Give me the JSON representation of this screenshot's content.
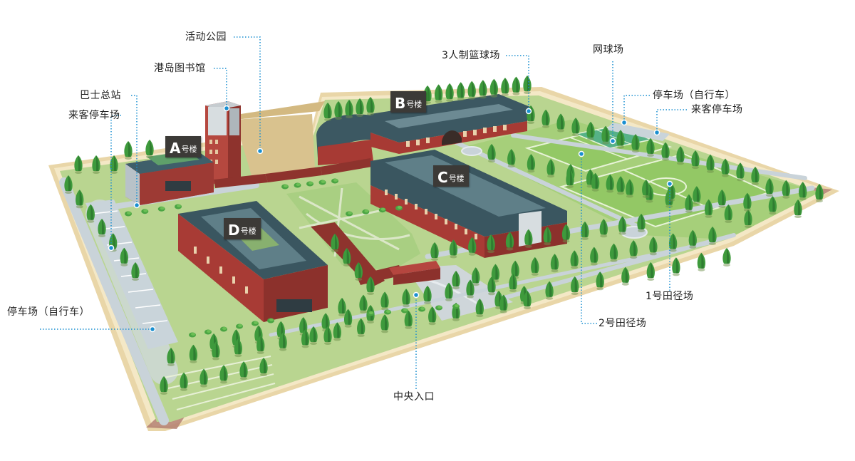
{
  "map": {
    "colors": {
      "border": "#f1e4c2",
      "grass": "#b8d58a",
      "field": "#9ccd6e",
      "brick": "#a93a35",
      "roof": "#37505a",
      "path": "#c8d2d8",
      "leader": "#1a8fd0"
    },
    "buildings": [
      {
        "letter": "A",
        "suffix": "号楼"
      },
      {
        "letter": "B",
        "suffix": "号楼"
      },
      {
        "letter": "C",
        "suffix": "号楼"
      },
      {
        "letter": "D",
        "suffix": "号楼"
      }
    ],
    "labels": {
      "activity_park": "活动公园",
      "library": "港岛图书馆",
      "bus_station": "巴士总站",
      "visitor_parking_left": "来客停车场",
      "basketball": "3人制篮球场",
      "tennis": "网球场",
      "bike_parking_right": "停车场（自行车）",
      "visitor_parking_right": "来客停车场",
      "track_1": "1号田径场",
      "track_2": "2号田径场",
      "central_entrance": "中央入口",
      "bike_parking_left": "停车场（自行车）"
    }
  }
}
